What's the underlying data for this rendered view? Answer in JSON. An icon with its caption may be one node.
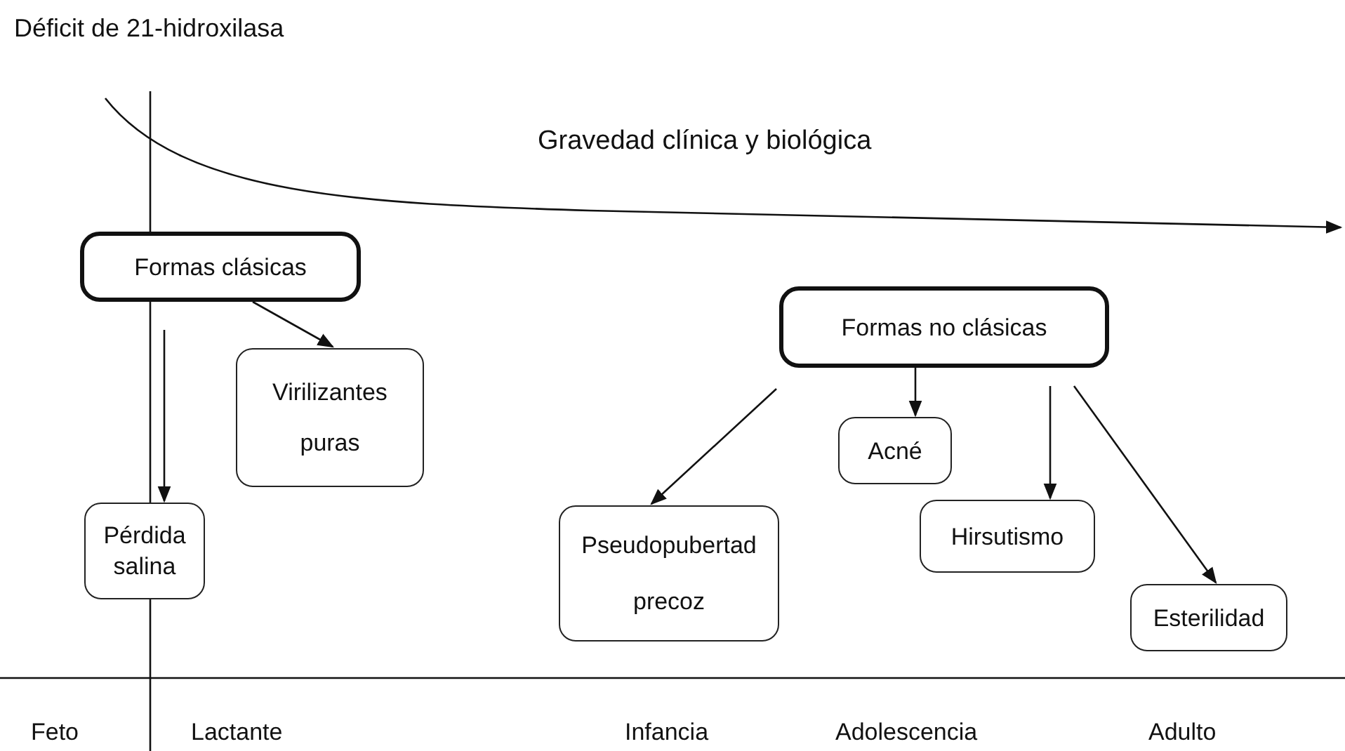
{
  "diagram": {
    "title": "Déficit de 21-hidroxilasa",
    "nodes": [
      {
        "text": [
          "Formas clásicas"
        ]
      },
      {
        "text": [
          "Virilizantes puras"
        ]
      },
      {
        "text": [
          "Pérdida salina"
        ]
      },
      {
        "text": [
          "Formas no clásicas"
        ]
      },
      {
        "text": [
          "Acné"
        ]
      },
      {
        "text": [
          "Pseudopubertad precoz"
        ]
      },
      {
        "text": [
          "Hirsutismo"
        ]
      },
      {
        "text": [
          "Esterilidad"
        ]
      }
    ],
    "edges": [
      {
        "from": 0,
        "to": 2,
        "arrow": "to"
      },
      {
        "from": 0,
        "to": 1,
        "arrow": "to"
      },
      {
        "from": 3,
        "to": 5,
        "arrow": "to"
      },
      {
        "from": 3,
        "to": 4,
        "arrow": "to"
      },
      {
        "from": 3,
        "to": 6,
        "arrow": "to"
      },
      {
        "from": 3,
        "to": 7,
        "arrow": "to"
      }
    ],
    "labels": [
      "Gravedad clínica y biológica",
      "Feto",
      "Lactante",
      "Infancia",
      "Adolescencia",
      "Adulto"
    ]
  }
}
